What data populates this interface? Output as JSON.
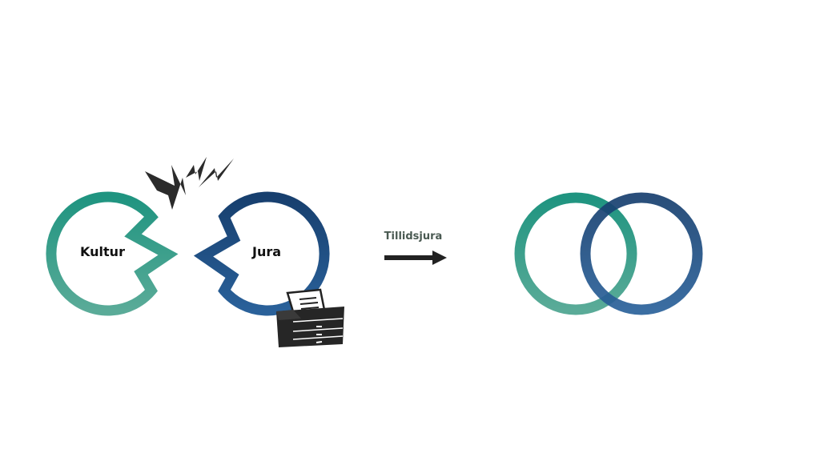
{
  "diagram": {
    "left_circle_label": "Kultur",
    "right_circle_label": "Jura",
    "arrow_label": "Tillidsjura"
  },
  "colors": {
    "culture": "#2a9480",
    "law": "#1d4f82",
    "ink": "#222222"
  }
}
